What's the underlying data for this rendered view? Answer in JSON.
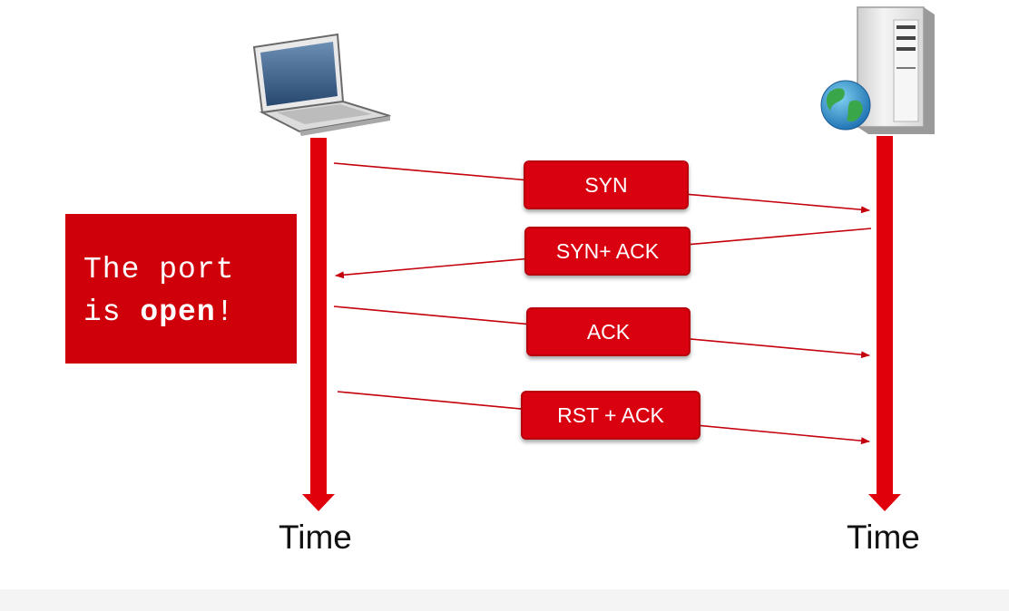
{
  "messages": [
    {
      "label": "SYN",
      "direction": "client-to-server"
    },
    {
      "label": "SYN+ ACK",
      "direction": "server-to-client"
    },
    {
      "label": "ACK",
      "direction": "client-to-server"
    },
    {
      "label": "RST + ACK",
      "direction": "client-to-server"
    }
  ],
  "note": {
    "line1": "The port",
    "line2_prefix": "is ",
    "line2_strong": "open",
    "line2_suffix": "!"
  },
  "timelines": {
    "client_label": "Time",
    "server_label": "Time"
  },
  "colors": {
    "accent": "#d9000f",
    "arrow": "#c4000c",
    "timeline": "#e0000c"
  },
  "icons": {
    "client": "laptop-icon",
    "server": "web-server-icon"
  }
}
